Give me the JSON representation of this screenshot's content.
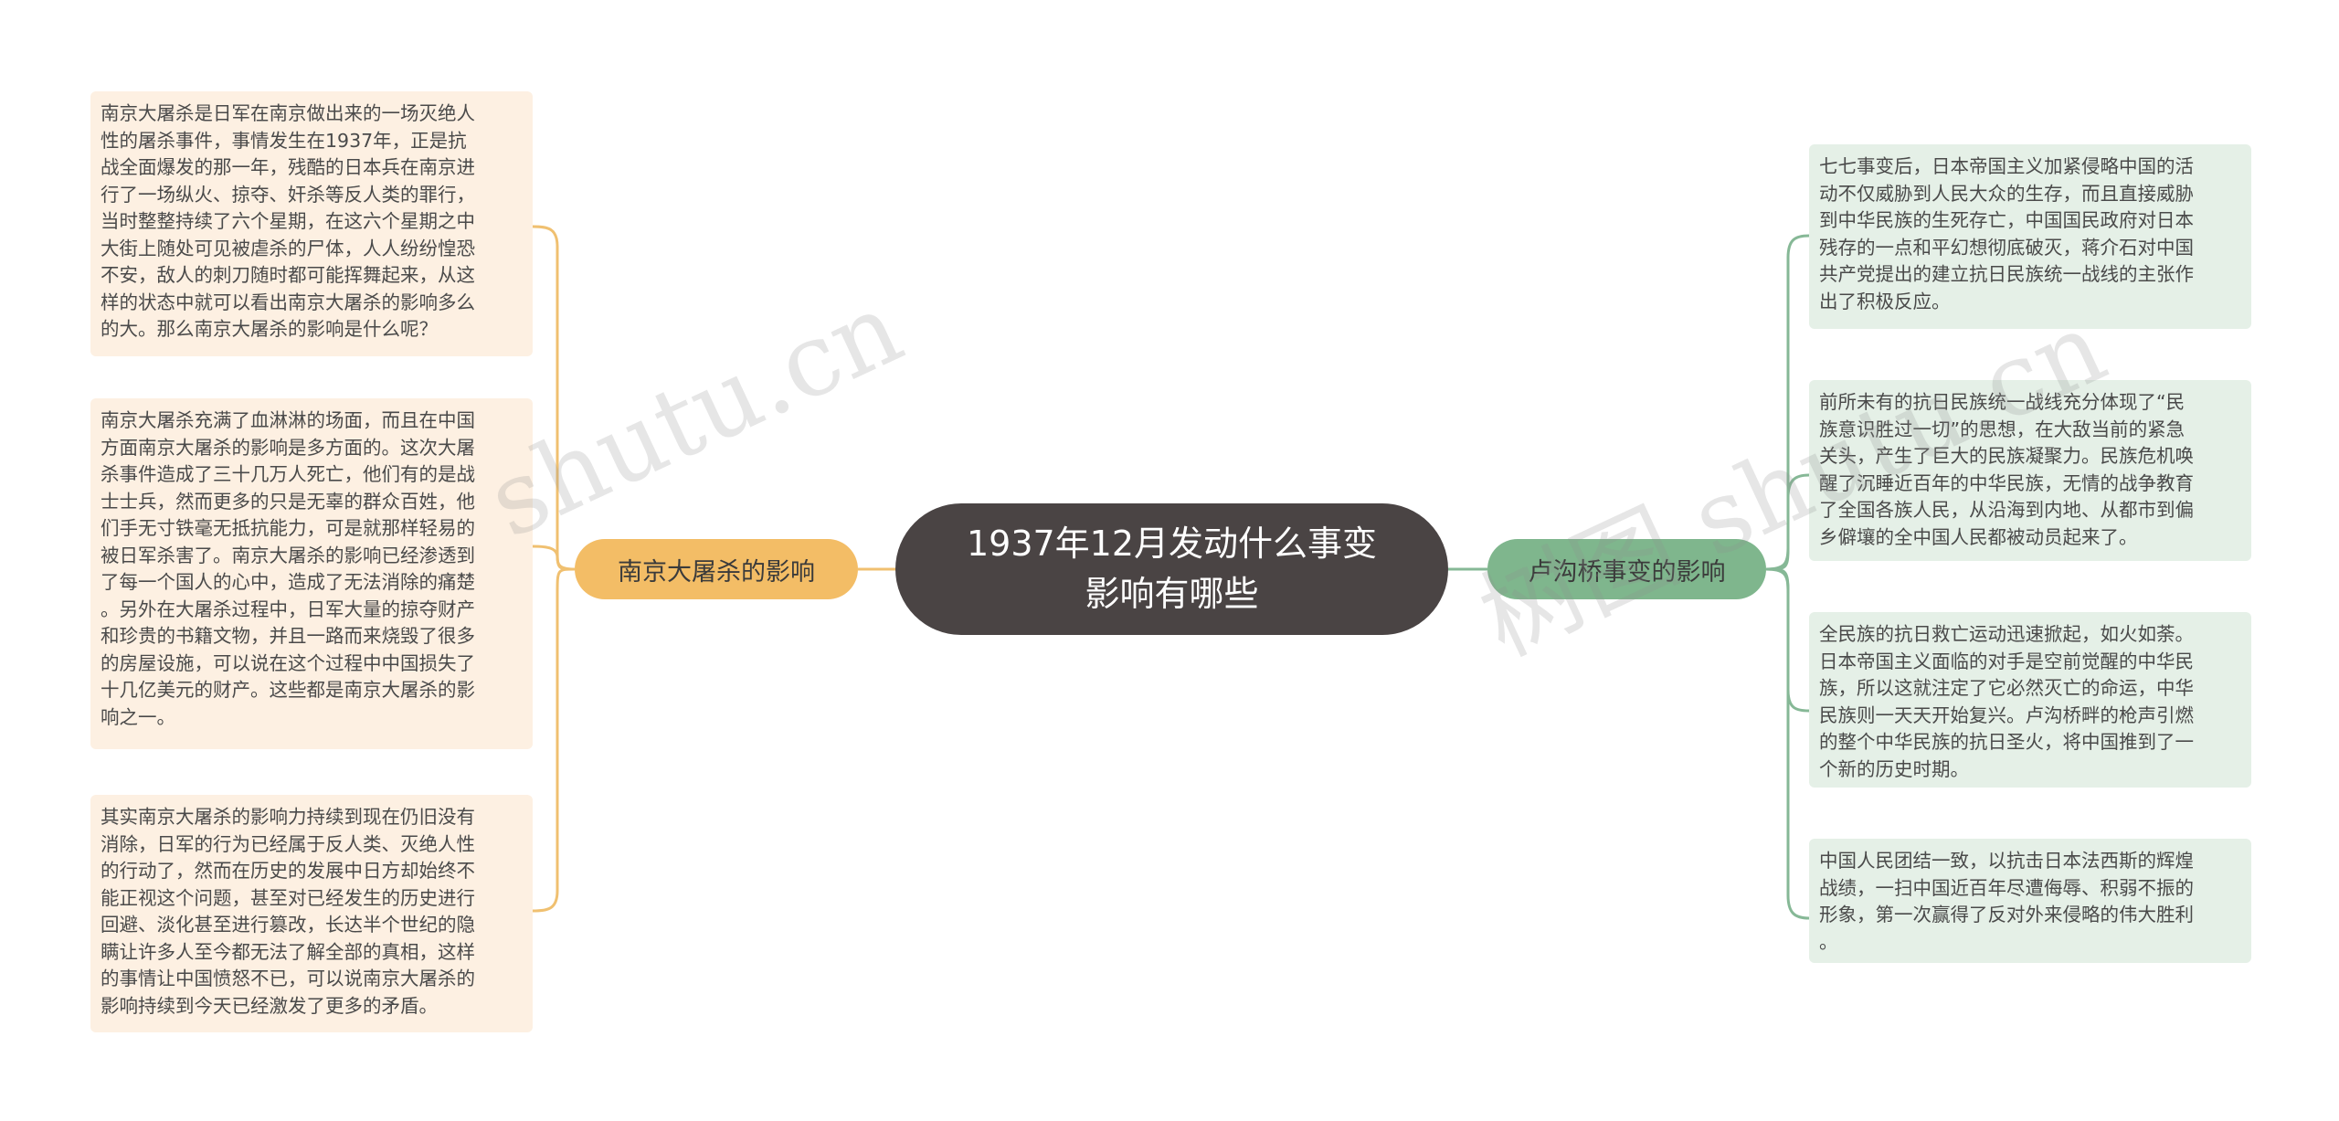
{
  "center": {
    "line1": "1937年12月发动什么事变",
    "line2": "影响有哪些"
  },
  "left_branch": {
    "label": "南京大屠杀的影响",
    "color": "#f3bd66",
    "line_color": "#f0c070",
    "leaves": [
      "南京大屠杀是日军在南京做出来的一场灭绝人\n性的屠杀事件，事情发生在1937年，正是抗\n战全面爆发的那一年，残酷的日本兵在南京进\n行了一场纵火、掠夺、奸杀等反人类的罪行，\n当时整整持续了六个星期，在这六个星期之中\n大街上随处可见被虐杀的尸体，人人纷纷惶恐\n不安，敌人的刺刀随时都可能挥舞起来，从这\n样的状态中就可以看出南京大屠杀的影响多么\n的大。那么南京大屠杀的影响是什么呢？",
      "南京大屠杀充满了血淋淋的场面，而且在中国\n方面南京大屠杀的影响是多方面的。这次大屠\n杀事件造成了三十几万人死亡，他们有的是战\n士士兵，然而更多的只是无辜的群众百姓，他\n们手无寸铁毫无抵抗能力，可是就那样轻易的\n被日军杀害了。南京大屠杀的影响已经渗透到\n了每一个国人的心中，造成了无法消除的痛楚\n。另外在大屠杀过程中，日军大量的掠夺财产\n和珍贵的书籍文物，并且一路而来烧毁了很多\n的房屋设施，可以说在这个过程中中国损失了\n十几亿美元的财产。这些都是南京大屠杀的影\n响之一。",
      "其实南京大屠杀的影响力持续到现在仍旧没有\n消除，日军的行为已经属于反人类、灭绝人性\n的行动了，然而在历史的发展中日方却始终不\n能正视这个问题，甚至对已经发生的历史进行\n回避、淡化甚至进行篡改，长达半个世纪的隐\n瞒让许多人至今都无法了解全部的真相，这样\n的事情让中国愤怒不已，可以说南京大屠杀的\n影响持续到今天已经激发了更多的矛盾。"
    ]
  },
  "right_branch": {
    "label": "卢沟桥事变的影响",
    "color": "#7fb68d",
    "line_color": "#86b896",
    "leaves": [
      "七七事变后，日本帝国主义加紧侵略中国的活\n动不仅威胁到人民大众的生存，而且直接威胁\n到中华民族的生死存亡，中国国民政府对日本\n残存的一点和平幻想彻底破灭，蒋介石对中国\n共产党提出的建立抗日民族统一战线的主张作\n出了积极反应。",
      "前所未有的抗日民族统一战线充分体现了“民\n族意识胜过一切”的思想，在大敌当前的紧急\n关头，产生了巨大的民族凝聚力。民族危机唤\n醒了沉睡近百年的中华民族，无情的战争教育\n了全国各族人民，从沿海到内地、从都市到偏\n乡僻壤的全中国人民都被动员起来了。",
      "全民族的抗日救亡运动迅速掀起，如火如荼。\n日本帝国主义面临的对手是空前觉醒的中华民\n族，所以这就注定了它必然灭亡的命运，中华\n民族则一天天开始复兴。卢沟桥畔的枪声引燃\n的整个中华民族的抗日圣火，将中国推到了一\n个新的历史时期。",
      "中国人民团结一致，以抗击日本法西斯的辉煌\n战绩，一扫中国近百年尽遭侮辱、积弱不振的\n形象，第一次赢得了反对外来侵略的伟大胜利\n。"
    ]
  },
  "watermarks": [
    "shutu.cn",
    "树图 shutu.cn"
  ],
  "colors": {
    "center": "#4a4444",
    "left_leaf_bg": "#fdf0e2",
    "right_leaf_bg": "#e5f0e7"
  }
}
